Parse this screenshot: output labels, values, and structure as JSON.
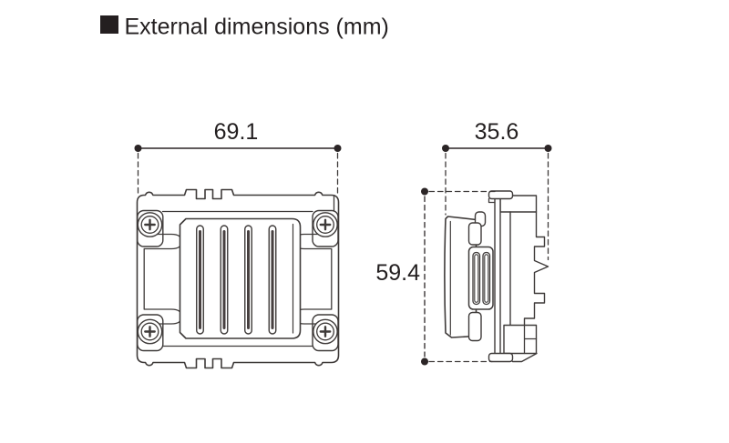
{
  "title": "External dimensions (mm)",
  "unit": "mm",
  "dimensions": {
    "front_width": "69.1",
    "side_width": "35.6",
    "side_height": "59.4"
  },
  "colors": {
    "background": "#ffffff",
    "line": "#3e3a39",
    "text": "#231f20",
    "dimension_marker": "#2b2526",
    "title_bullet": "#241f20"
  }
}
